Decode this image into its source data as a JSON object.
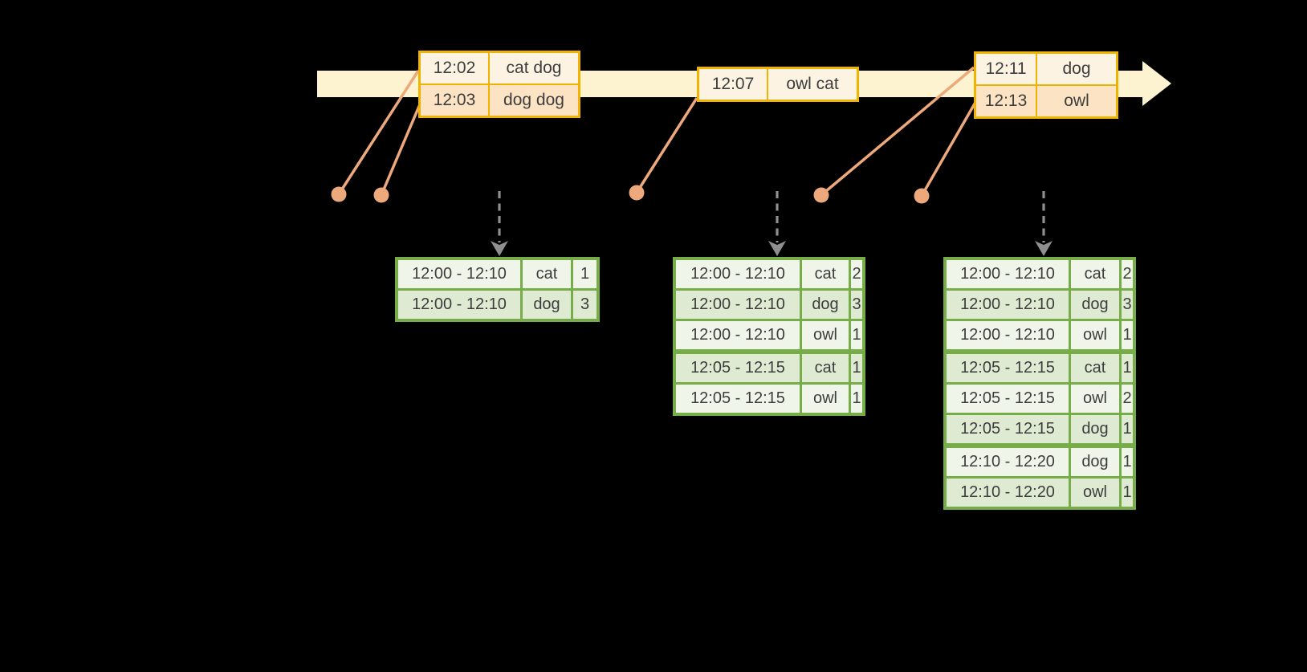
{
  "colors": {
    "background": "#000000",
    "timeline": "#fdf3d0",
    "event_border": "#f0b400",
    "event_row_dark": "#fbe3c3",
    "event_row_light": "#fdf3e3",
    "connector": "#eda97c",
    "trigger_arrow": "#8f8f8f",
    "result_border": "#76ad49",
    "result_row_dark": "#dfead2",
    "result_row_light": "#eff5e9",
    "text": "#3d3d3d"
  },
  "timeline": {
    "event_tables": [
      {
        "rows": [
          {
            "time": "12:02",
            "words": "cat dog"
          },
          {
            "time": "12:03",
            "words": "dog dog"
          }
        ]
      },
      {
        "rows": [
          {
            "time": "12:07",
            "words": "owl cat"
          }
        ]
      },
      {
        "rows": [
          {
            "time": "12:11",
            "words": "dog"
          },
          {
            "time": "12:13",
            "words": "owl"
          }
        ]
      }
    ]
  },
  "result_tables": [
    {
      "rows": [
        {
          "window": "12:00 - 12:10",
          "word": "cat",
          "count": 1
        },
        {
          "window": "12:00 - 12:10",
          "word": "dog",
          "count": 3
        }
      ]
    },
    {
      "rows": [
        {
          "window": "12:00 - 12:10",
          "word": "cat",
          "count": 2
        },
        {
          "window": "12:00 - 12:10",
          "word": "dog",
          "count": 3
        },
        {
          "window": "12:00 - 12:10",
          "word": "owl",
          "count": 1
        },
        {
          "window": "12:05 - 12:15",
          "word": "cat",
          "count": 1
        },
        {
          "window": "12:05 - 12:15",
          "word": "owl",
          "count": 1
        }
      ]
    },
    {
      "rows": [
        {
          "window": "12:00 - 12:10",
          "word": "cat",
          "count": 2
        },
        {
          "window": "12:00 - 12:10",
          "word": "dog",
          "count": 3
        },
        {
          "window": "12:00 - 12:10",
          "word": "owl",
          "count": 1
        },
        {
          "window": "12:05 - 12:15",
          "word": "cat",
          "count": 1
        },
        {
          "window": "12:05 - 12:15",
          "word": "owl",
          "count": 2
        },
        {
          "window": "12:05 - 12:15",
          "word": "dog",
          "count": 1
        },
        {
          "window": "12:10 - 12:20",
          "word": "dog",
          "count": 1
        },
        {
          "window": "12:10 - 12:20",
          "word": "owl",
          "count": 1
        }
      ]
    }
  ]
}
